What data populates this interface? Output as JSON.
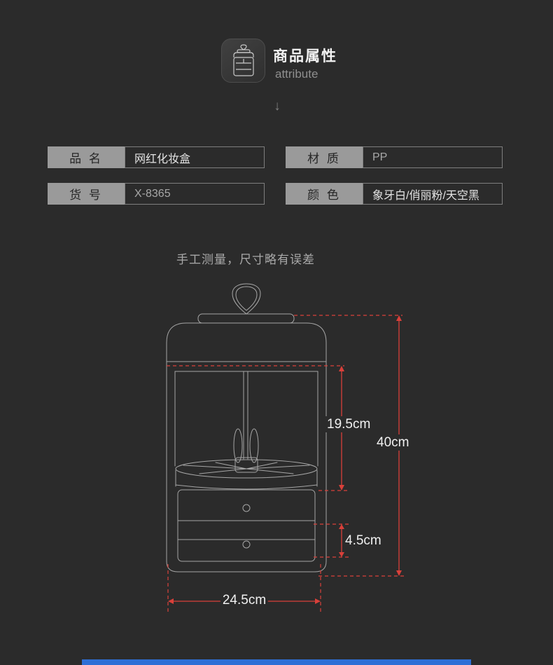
{
  "header": {
    "icon_name": "cosmetic-organizer-icon",
    "title": "商品属性",
    "subtitle": "attribute",
    "arrow": "↓"
  },
  "attributes": {
    "rows": [
      {
        "label": "品 名",
        "value": "网红化妆盒"
      },
      {
        "label": "材 质",
        "value": "PP"
      },
      {
        "label": "货 号",
        "value": "X-8365"
      },
      {
        "label": "颜 色",
        "value": "象牙白/俏丽粉/天空黑"
      }
    ]
  },
  "note": "手工测量，尺寸略有误差",
  "diagram": {
    "description": "line drawing of cosmetic storage box with dimension arrows",
    "labels": {
      "inner_height": "19.5cm",
      "total_height": "40cm",
      "drawer_height": "4.5cm",
      "width": "24.5cm"
    }
  },
  "colors": {
    "background": "#2b2b2b",
    "label_bg": "#9a9a9a",
    "value_border": "#7e7e7e",
    "accent_red": "#d9403a",
    "line_gray": "#a6a6a6",
    "footer_blue": "#2e6fd6"
  }
}
